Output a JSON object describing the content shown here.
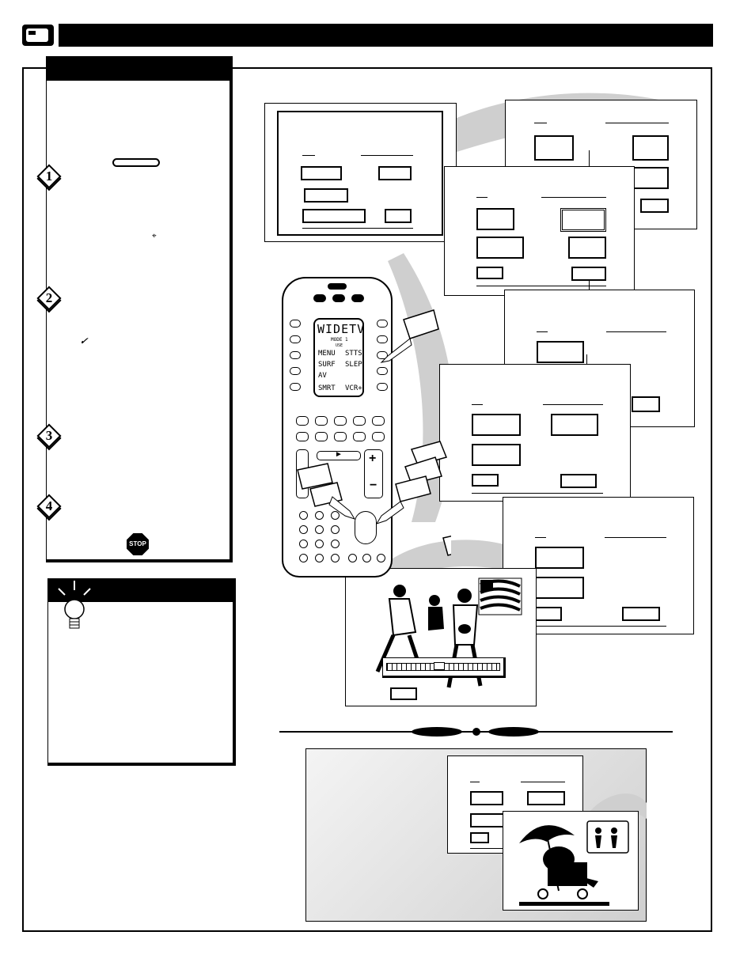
{
  "header": {
    "title": ""
  },
  "sidebar": {
    "heading": "",
    "steps": [
      {
        "number": "1"
      },
      {
        "number": "2"
      },
      {
        "number": "3"
      },
      {
        "number": "4"
      }
    ],
    "stop_label": "STOP"
  },
  "remote": {
    "lcd_title": "WIDETV",
    "lcd_mode": "MODE 1",
    "lcd_sub": "USE",
    "lcd_items": [
      "MENU",
      "STTS",
      "SURF",
      "SLEP",
      "AV",
      "SMRT",
      "VCR+"
    ]
  }
}
